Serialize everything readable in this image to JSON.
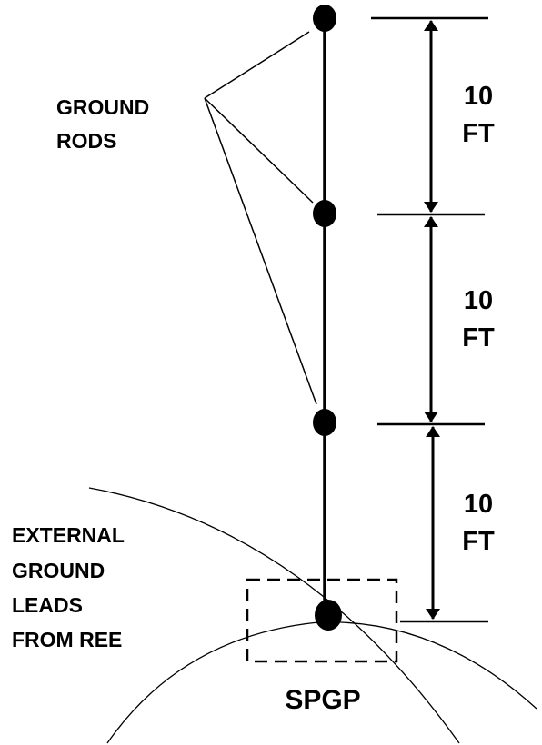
{
  "labels": {
    "ground_rods_line1": "GROUND",
    "ground_rods_line2": "RODS",
    "external_line1": "EXTERNAL",
    "external_line2": "GROUND",
    "external_line3": "LEADS",
    "external_line4": "FROM REE",
    "spgp": "SPGP"
  },
  "dimensions": [
    {
      "value": "10",
      "unit": "FT"
    },
    {
      "value": "10",
      "unit": "FT"
    },
    {
      "value": "10",
      "unit": "FT"
    }
  ],
  "colors": {
    "ink": "#000000",
    "background": "#ffffff"
  }
}
